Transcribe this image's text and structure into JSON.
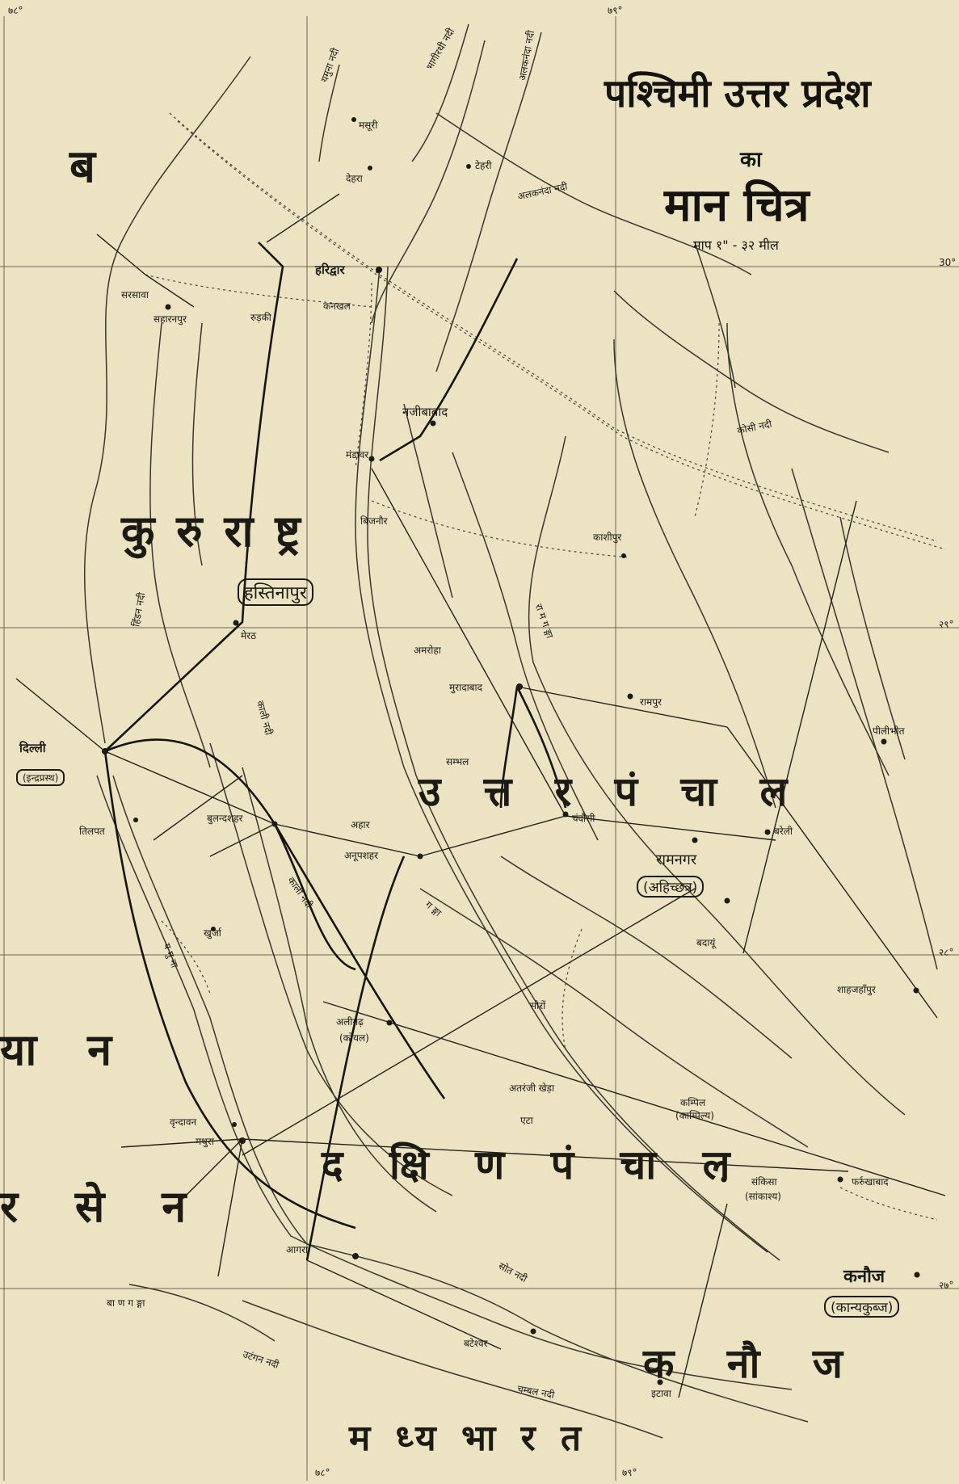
{
  "title": {
    "line1": "पश्चिमी उत्तर प्रदेश",
    "line2": "का",
    "line3": "मान चित्र",
    "scale": "माप १\" - ३२ मील"
  },
  "grid_labels": {
    "top_left": "७८°",
    "top_right": "७९°",
    "right_30": "30°",
    "right_29": "२९°",
    "right_28": "२८°",
    "right_27": "२७°",
    "bottom_left": "७८°",
    "bottom_right": "७९°"
  },
  "regions": {
    "kururashtra": "कु रु रा ष्ट्र",
    "uttar_panchal": "उ त्त र पं चा ल",
    "dakshin_panchal": "द क्षि ण पं चा ल",
    "kannauj": "क नौ ज",
    "madhya_bharat": "म ध्य भा र त",
    "haryana_fragment": "या न",
    "shursen_fragment": "र से न",
    "ba_fragment": "ब"
  },
  "places": {
    "haridwar": "हरिद्वार",
    "kankhal": "कनखल",
    "saharanpur": "सहारनपुर",
    "sarsawa": "सरसावा",
    "roorkee": "रुड़की",
    "dehradun": "देहरा",
    "mussoorie": "मसूरी",
    "tehri": "टेहरी",
    "najibabad": "नजीबाबाद",
    "bijnor": "बिजनौर",
    "mandawar": "मंडावर",
    "hastinapur": "हस्तिनापुर",
    "meerut": "मेरठ",
    "delhi": "दिल्ली",
    "indraprastha": "(इन्द्रप्रस्थ)",
    "tilpat": "तिलपत",
    "bulandshahr": "बुलन्दशहर",
    "ahar": "अहार",
    "anupshahr": "अनूपशहर",
    "amroha": "अमरोहा",
    "moradabad": "मुरादाबाद",
    "sambhal": "सम्भल",
    "chandausi": "चंदौसी",
    "rampur": "रामपुर",
    "ramnagar": "रामनगर",
    "ahichchhatra": "(अहिच्छत्र)",
    "bareilly": "बरेली",
    "pilibhit": "पीलीभीत",
    "budaun": "बदायूं",
    "shahjahanpur": "शाहजहाँपुर",
    "kashipur": "काशीपुर",
    "soron": "सोरों",
    "atranji": "अतरंजी खेड़ा",
    "eta": "एटा",
    "aligarh": "अलीगढ़",
    "koil": "(कोयल)",
    "khurja": "खुर्जा",
    "mathura": "मथुरा",
    "vrindavan": "वृन्दावन",
    "agra": "आगरा",
    "bateshwar": "बटेश्वर",
    "kampil": "कम्पिल",
    "kampilya": "(काम्पिल्य)",
    "sankisa": "संकिसा",
    "sankashya": "(सांकाश्य)",
    "farrukhabad": "फर्रुखाबाद",
    "kannauj_town": "कनौज",
    "kanyakubj": "(कान्यकुब्ज)",
    "etawah": "इटावा"
  },
  "rivers": {
    "yamuna_top": "यमुना नदी",
    "bhagirathi": "भागीरथी नदी",
    "alaknanda": "अलकनंदा नदी",
    "alaknanda2": "अलकनंदा नदी",
    "koshi": "कोसी नदी",
    "ramganga": "रा म ग ङ्गा",
    "ganga": "ग ङ्गा",
    "hindon": "हिंडन नदी",
    "kali": "काली नदी",
    "yamuna_south": "य मु ना",
    "utangan": "उटंगन नदी",
    "son_gang": "सोत नदी",
    "chambal": "चम्बल नदी",
    "banganga": "बा ण ग ङ्गा",
    "kalanadi": "काली नदी"
  }
}
